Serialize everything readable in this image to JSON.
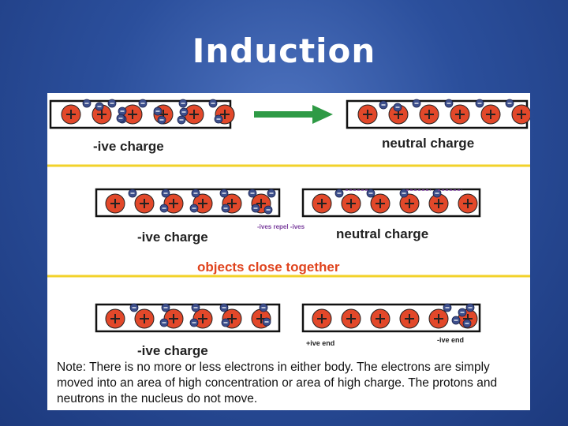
{
  "title": "Induction",
  "labels": {
    "row1_left": "-ive charge",
    "row1_right": "neutral charge",
    "row2_left": "-ive charge",
    "row2_mid": "-ives repel -ives",
    "row2_right": "neutral charge",
    "row2_center": "objects close together",
    "row3_left": "-ive charge",
    "row3_pos_end": "+ive end",
    "row3_neg_end": "-ive end"
  },
  "note": "Note: There is no more or less electrons in either body. The electrons are simply moved into an area of high concentration or area of high charge. The protons and neutrons in the nucleus do not move.",
  "colors": {
    "background": "#2b4f9c",
    "proton": "#e2482a",
    "electron": "#3d4f8c",
    "arrow": "#2e9a45",
    "divider": "#f2d22a",
    "accent_text": "#e0441e",
    "repel_text": "#7a3e9d"
  },
  "symbols": {
    "proton": "+",
    "electron": "-"
  }
}
